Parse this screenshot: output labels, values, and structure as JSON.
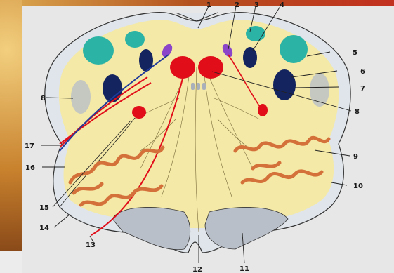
{
  "labels": {
    "l1": "1",
    "l2": "2",
    "l3": "3",
    "l4": "4",
    "l5": "5",
    "l6": "6",
    "l7": "7",
    "l8": "8",
    "l8b": "8",
    "l9": "9",
    "l10": "10",
    "l11": "11",
    "l12": "12",
    "l13": "13",
    "l14": "14",
    "l15": "15",
    "l16": "16",
    "l17": "17"
  },
  "colors": {
    "tissue": "#f4e9a6",
    "tissue_border": "#c9c79a",
    "cerebellum": "#b9bfc8",
    "teal_nucleus": "#2bb3a6",
    "navy_nucleus": "#14245f",
    "red_nucleus": "#e10e1a",
    "purple_nucleus": "#8a45c8",
    "olive_orange": "#d4713a",
    "outline": "#333333"
  }
}
